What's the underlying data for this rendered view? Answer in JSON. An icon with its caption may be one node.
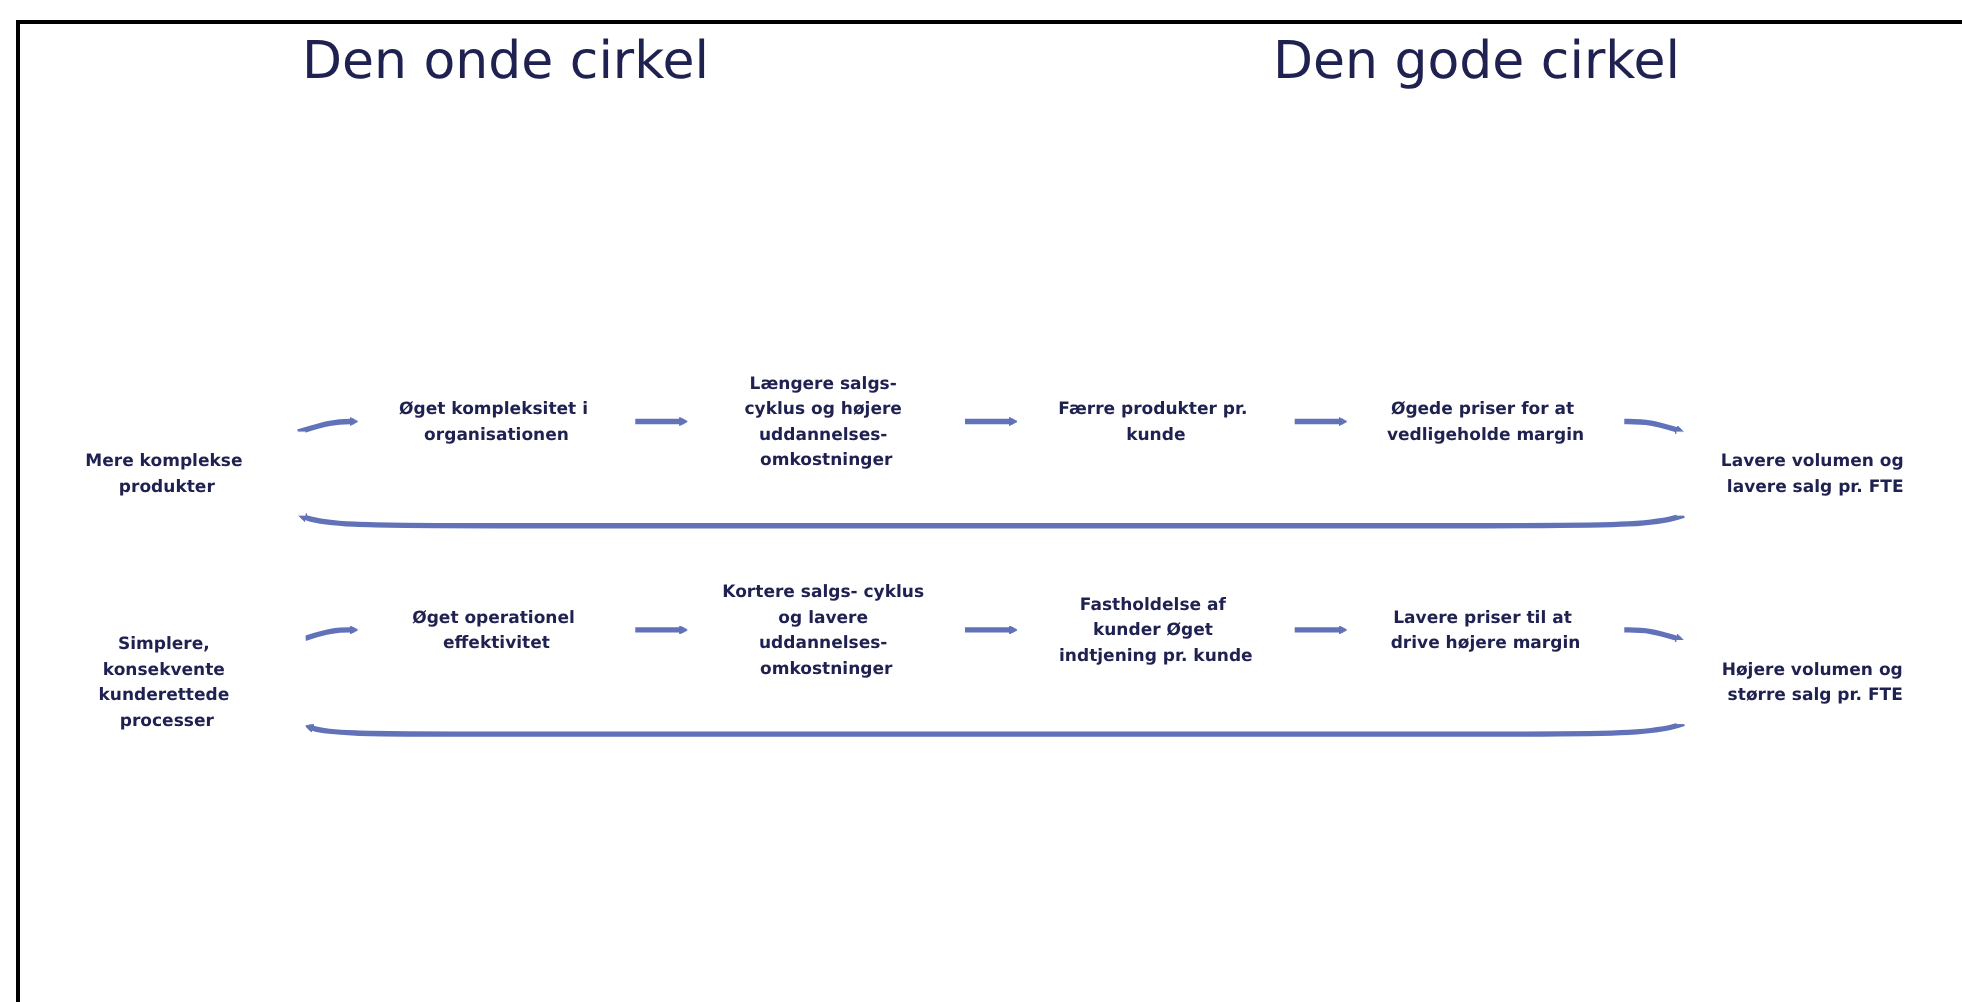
{
  "diagram": {
    "nodes": [
      {
        "text": [
          "Mere komplekse produkter"
        ]
      },
      {
        "text": [
          "Øget kompleksitet i organisationen"
        ]
      },
      {
        "text": [
          "Længere salgs- cyklus og højere uddannelses- omkostninger"
        ]
      },
      {
        "text": [
          "Færre produkter pr. kunde"
        ]
      },
      {
        "text": [
          "Øgede priser for at vedligeholde margin"
        ]
      },
      {
        "text": [
          "Lavere volumen og lavere salg pr. FTE"
        ]
      },
      {
        "text": [
          "Simplere, konsekvente kunderettede processer"
        ]
      },
      {
        "text": [
          "Øget operationel effektivitet"
        ]
      },
      {
        "text": [
          "Kortere salgs- cyklus og lavere uddannelses- omkostninger"
        ]
      },
      {
        "text": [
          "Fastholdelse af kunder Øget indtjening pr. kunde"
        ]
      },
      {
        "text": [
          "Lavere priser til at drive højere margin"
        ]
      },
      {
        "text": [
          "Højere volumen og større salg pr. FTE"
        ]
      }
    ],
    "edges": [
      {
        "from": 0,
        "to": 1,
        "arrow": "to"
      },
      {
        "from": 1,
        "to": 2,
        "arrow": "to"
      },
      {
        "from": 2,
        "to": 3,
        "arrow": "to"
      },
      {
        "from": 3,
        "to": 4,
        "arrow": "to"
      },
      {
        "from": 4,
        "to": 5,
        "arrow": "to"
      },
      {
        "from": 5,
        "to": 0,
        "arrow": "to"
      },
      {
        "from": 6,
        "to": 7,
        "arrow": "to"
      },
      {
        "from": 7,
        "to": 8,
        "arrow": "to"
      },
      {
        "from": 8,
        "to": 9,
        "arrow": "to"
      },
      {
        "from": 9,
        "to": 10,
        "arrow": "to"
      },
      {
        "from": 10,
        "to": 11,
        "arrow": "to"
      },
      {
        "from": 11,
        "to": 6,
        "arrow": "to"
      }
    ],
    "labels": [
      "Den onde cirkel",
      "Den gode cirkel"
    ]
  }
}
